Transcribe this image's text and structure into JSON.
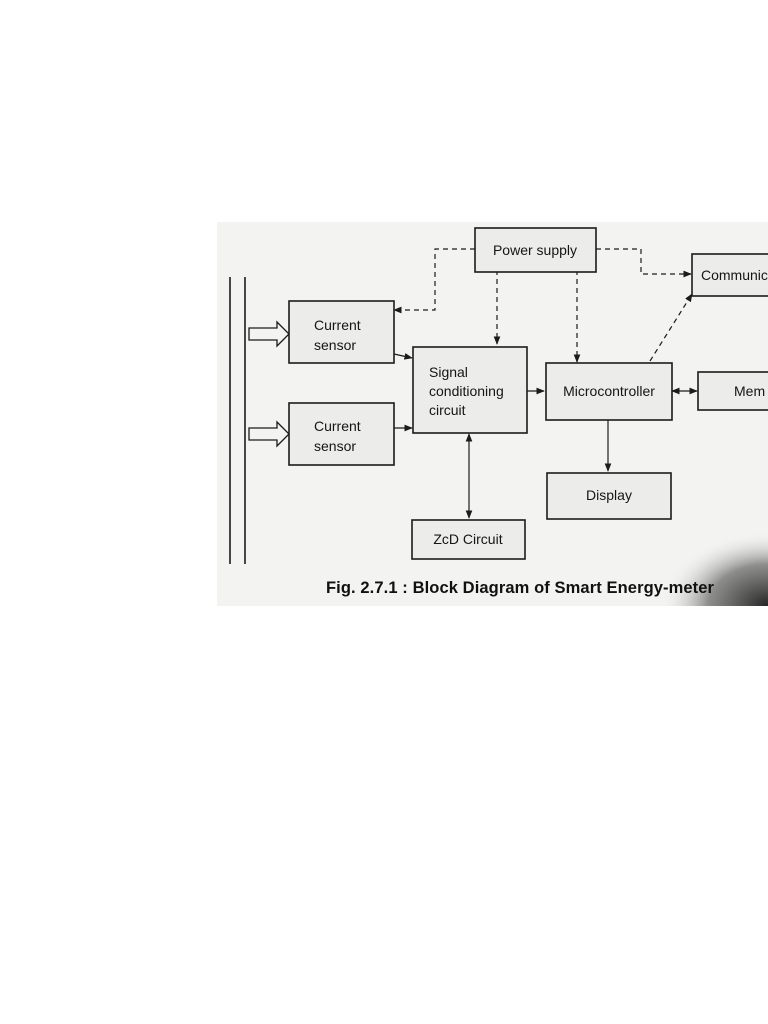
{
  "diagram": {
    "blocks": {
      "power_supply": "Power supply",
      "communication": "Communic",
      "current_sensor_1": [
        "Current",
        "sensor"
      ],
      "current_sensor_2": [
        "Current",
        "sensor"
      ],
      "signal_conditioning": [
        "Signal",
        "conditioning",
        "circuit"
      ],
      "microcontroller": "Microcontroller",
      "memory": "Mem",
      "display": "Display",
      "zcd_circuit": "ZcD Circuit"
    },
    "caption": "Fig. 2.7.1 : Block Diagram of Smart Energy-meter"
  }
}
